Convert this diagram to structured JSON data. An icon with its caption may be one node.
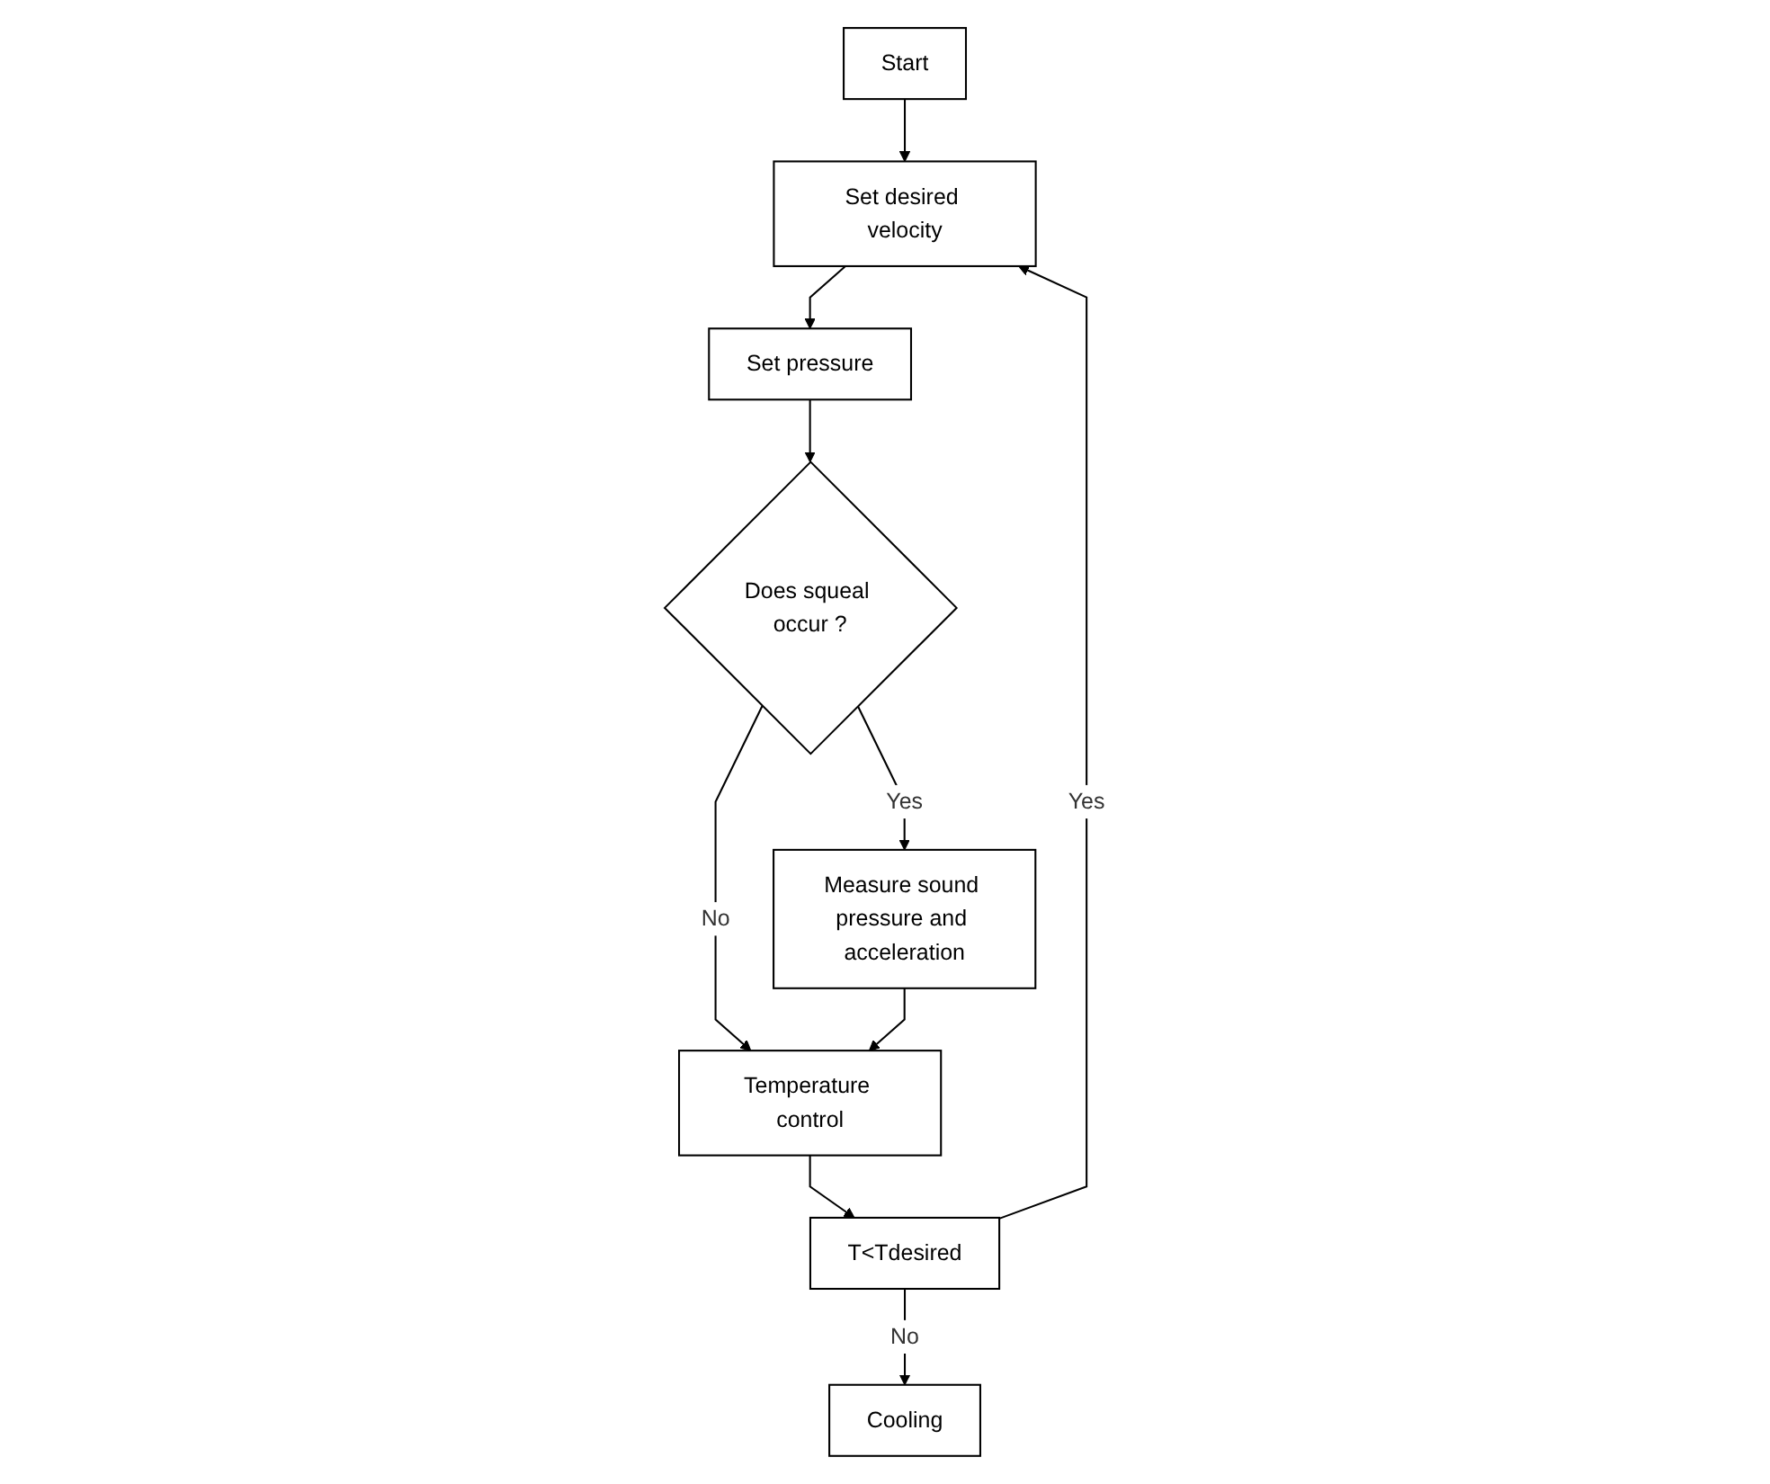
{
  "diagram": {
    "nodes": [
      {
        "text": [
          "Start"
        ]
      },
      {
        "text": [
          "Set desired velocity"
        ]
      },
      {
        "text": [
          "Set pressure"
        ]
      },
      {
        "text": [
          "Does squeal occur ?"
        ]
      },
      {
        "text": [
          "Temperature control"
        ]
      },
      {
        "text": [
          "T<Tdesired"
        ]
      },
      {
        "text": [
          "Measure sound pressure and acceleration"
        ]
      },
      {
        "text": [
          "Cooling"
        ]
      }
    ],
    "edges": [
      {
        "from": 0,
        "to": 1,
        "arrow": "to"
      },
      {
        "from": 1,
        "to": 2,
        "arrow": "to"
      },
      {
        "from": 2,
        "to": 3,
        "arrow": "to"
      },
      {
        "from": 3,
        "to": 4,
        "label": "No",
        "arrow": "to"
      },
      {
        "from": 3,
        "to": 6,
        "label": "Yes",
        "arrow": "to"
      },
      {
        "from": 6,
        "to": 4,
        "arrow": "to"
      },
      {
        "from": 4,
        "to": 5,
        "arrow": "to"
      },
      {
        "from": 5,
        "to": 1,
        "label": "Yes",
        "arrow": "to"
      },
      {
        "from": 5,
        "to": 7,
        "label": "No",
        "arrow": "to"
      }
    ]
  }
}
